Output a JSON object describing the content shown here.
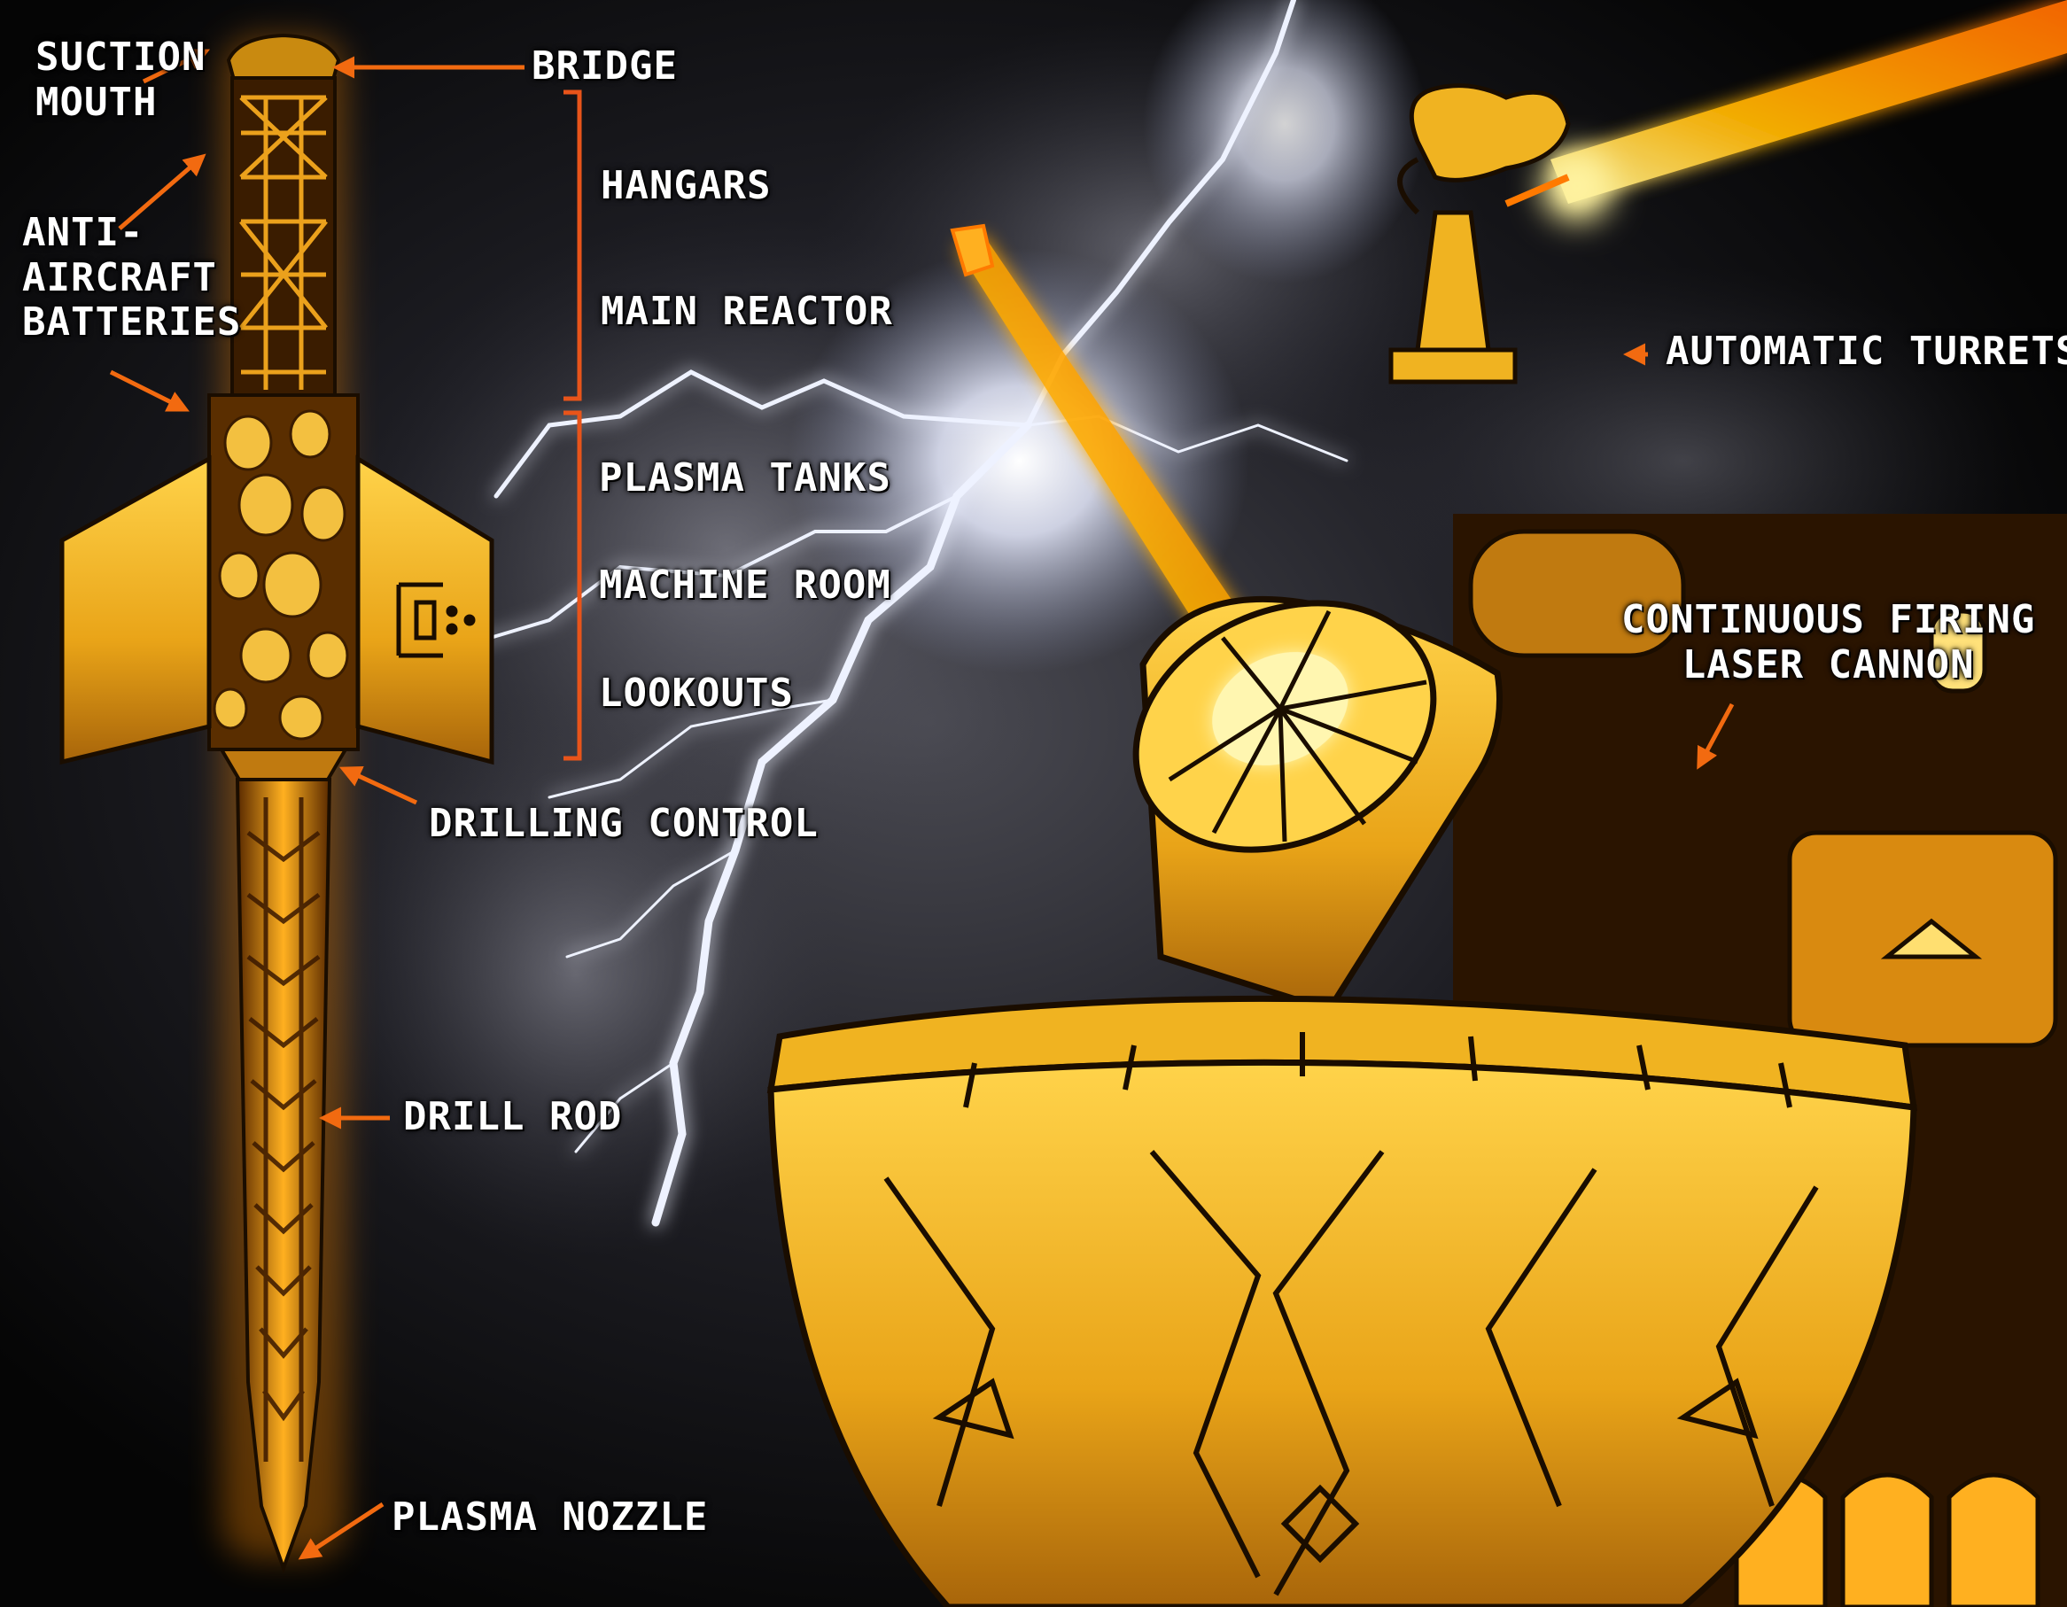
{
  "colors": {
    "background": "#050505",
    "gold": "#f0b321",
    "gold_light": "#ffd54a",
    "glow_orange": "#ff7a00",
    "arrow_orange": "#f26a10",
    "bracket_orange": "#e8541a",
    "lightning": "#e6ecff",
    "label_text": "#ffffff",
    "outline": "#1a0d00"
  },
  "labels": {
    "suction_mouth": [
      "SUCTION",
      "MOUTH"
    ],
    "bridge": "BRIDGE",
    "anti_aircraft": [
      "ANTI-",
      "AIRCRAFT",
      "BATTERIES"
    ],
    "hangars": "HANGARS",
    "main_reactor": "MAIN REACTOR",
    "plasma_tanks": "PLASMA TANKS",
    "machine_room": "MACHINE ROOM",
    "lookouts": "LOOKOUTS",
    "drilling_control": "DRILLING CONTROL",
    "drill_rod": "DRILL ROD",
    "plasma_nozzle": "PLASMA NOZZLE",
    "automatic_turrets": "AUTOMATIC TURRETS",
    "laser_cannon": [
      "CONTINUOUS FIRING",
      "LASER CANNON"
    ]
  },
  "icons": {
    "arrow": "arrow-icon",
    "bracket": "bracket-icon",
    "lightning": "lightning-bolt",
    "beam": "laser-beam",
    "fin_emblem": "emblem-icon"
  }
}
